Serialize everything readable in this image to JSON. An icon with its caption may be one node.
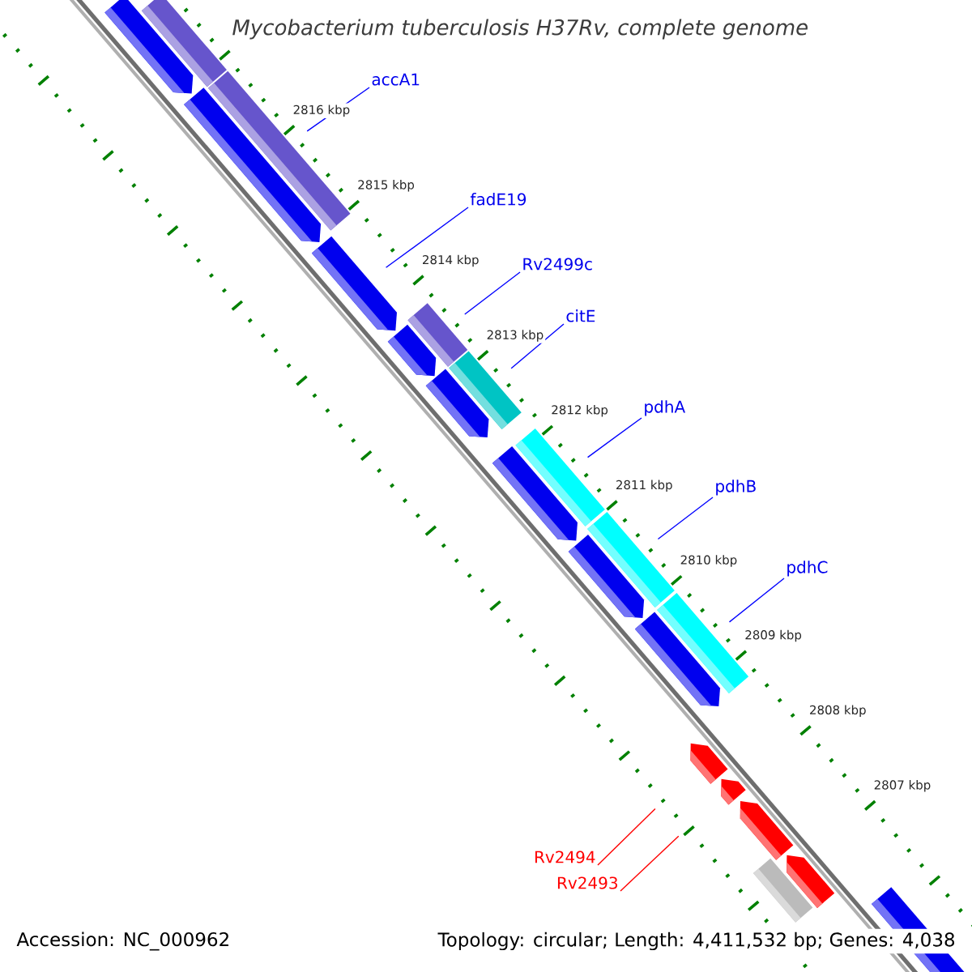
{
  "diagram": {
    "title": "Mycobacterium tuberculosis H37Rv, complete genome",
    "nodes": [
      {
        "text": [
          "accA1"
        ]
      },
      {
        "text": [
          "fadE19"
        ]
      },
      {
        "text": [
          "Rv2499c"
        ]
      },
      {
        "text": [
          "citE"
        ]
      },
      {
        "text": [
          "pdhA"
        ]
      },
      {
        "text": [
          "pdhB"
        ]
      },
      {
        "text": [
          "pdhC"
        ]
      },
      {
        "text": [
          "Rv2494"
        ]
      },
      {
        "text": [
          "Rv2493"
        ]
      },
      {
        "text": [],
        "shape": "bar"
      },
      {
        "text": [],
        "shape": "arrow"
      },
      {
        "text": [],
        "shape": "bar"
      },
      {
        "text": [],
        "shape": "arrow"
      },
      {
        "text": [],
        "shape": "arrow"
      },
      {
        "text": [],
        "shape": "bar"
      },
      {
        "text": [],
        "shape": "arrow"
      },
      {
        "text": [],
        "shape": "bar"
      },
      {
        "text": [],
        "shape": "arrow"
      },
      {
        "text": [],
        "shape": "bar"
      },
      {
        "text": [],
        "shape": "arrow"
      },
      {
        "text": [],
        "shape": "bar"
      },
      {
        "text": [],
        "shape": "arrow"
      },
      {
        "text": [],
        "shape": "bar"
      },
      {
        "text": [],
        "shape": "arrow"
      },
      {
        "text": [],
        "shape": "arrow"
      },
      {
        "text": [],
        "shape": "arrow"
      },
      {
        "text": [],
        "shape": "arrow"
      },
      {
        "text": [],
        "shape": "arrow"
      },
      {
        "text": [],
        "shape": "bar"
      },
      {
        "text": [],
        "shape": "arrow"
      }
    ],
    "edges": [
      {
        "from": 0,
        "to": 11,
        "arrow": "none"
      },
      {
        "from": 1,
        "to": 13,
        "arrow": "none"
      },
      {
        "from": 2,
        "to": 14,
        "arrow": "none"
      },
      {
        "from": 3,
        "to": 16,
        "arrow": "none"
      },
      {
        "from": 4,
        "to": 18,
        "arrow": "none"
      },
      {
        "from": 5,
        "to": 20,
        "arrow": "none"
      },
      {
        "from": 6,
        "to": 22,
        "arrow": "none"
      },
      {
        "from": 7,
        "to": 24,
        "arrow": "none",
        "color": "#ff0000"
      },
      {
        "from": 8,
        "to": 25,
        "arrow": "none",
        "color": "#ff0000"
      }
    ],
    "labels": [
      "2816 kbp",
      "2815 kbp",
      "2814 kbp",
      "2813 kbp",
      "2812 kbp",
      "2811 kbp",
      "2810 kbp",
      "2809 kbp",
      "2808 kbp",
      "2807 kbp",
      "Accession: NC_000962",
      "Topology: circular; Length: 4,411,532 bp; Genes: 4,038"
    ]
  }
}
